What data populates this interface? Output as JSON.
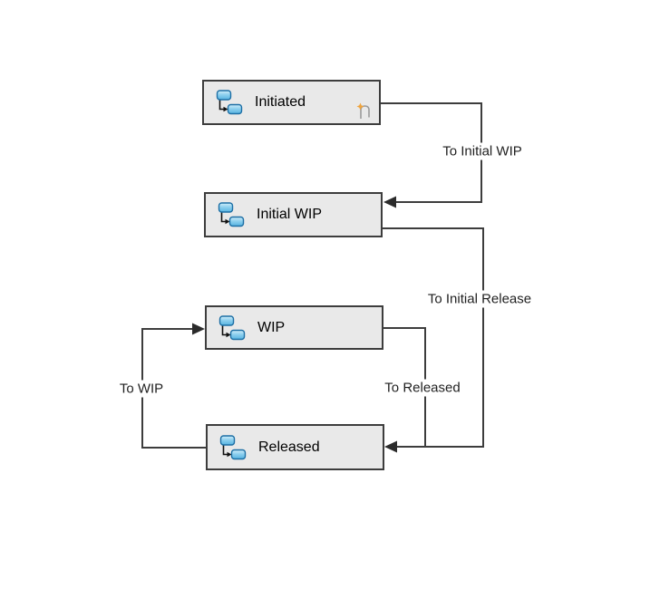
{
  "diagram": {
    "title": "lifecycle-state-diagram",
    "states": [
      {
        "label": "Initiated",
        "initial": true
      },
      {
        "label": "Initial WIP",
        "initial": false
      },
      {
        "label": "WIP",
        "initial": false
      },
      {
        "label": "Released",
        "initial": false
      }
    ],
    "transitions": [
      {
        "label": "To Initial WIP",
        "from": "Initiated",
        "to": "Initial WIP"
      },
      {
        "label": "To Initial Release",
        "from": "Initial WIP",
        "to": "Released"
      },
      {
        "label": "To Released",
        "from": "WIP",
        "to": "Released"
      },
      {
        "label": "To WIP",
        "from": "Released",
        "to": "WIP"
      }
    ],
    "colors": {
      "box_fill": "#e9e9e9",
      "box_border": "#3d3d3d",
      "wire": "#3d3d3d",
      "label_text": "#1f1f1f",
      "state_icon_blue": "#6fc1e8",
      "state_icon_blue_border": "#1d6fa5",
      "initial_icon_gray": "#9b9b9b",
      "initial_icon_star": "#efa33c"
    }
  }
}
